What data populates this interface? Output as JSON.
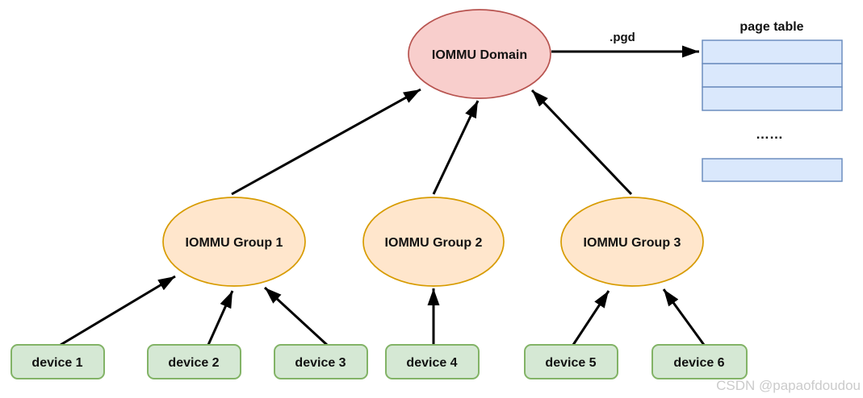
{
  "diagram": {
    "domain": {
      "label": "IOMMU Domain"
    },
    "groups": [
      {
        "label": "IOMMU Group 1"
      },
      {
        "label": "IOMMU Group 2"
      },
      {
        "label": "IOMMU Group 3"
      }
    ],
    "devices": [
      {
        "label": "device 1"
      },
      {
        "label": "device 2"
      },
      {
        "label": "device 3"
      },
      {
        "label": "device 4"
      },
      {
        "label": "device 5"
      },
      {
        "label": "device 6"
      }
    ],
    "page_table": {
      "title": "page table",
      "ellipsis": "……",
      "visible_rows": 3,
      "extra_rows": 1
    },
    "pgd_label": ".pgd",
    "watermark": "CSDN @papaofdoudou",
    "connections": [
      {
        "from": "IOMMU Group 1",
        "to": "IOMMU Domain"
      },
      {
        "from": "IOMMU Group 2",
        "to": "IOMMU Domain"
      },
      {
        "from": "IOMMU Group 3",
        "to": "IOMMU Domain"
      },
      {
        "from": "IOMMU Domain",
        "to": "page table",
        "label": ".pgd"
      },
      {
        "from": "device 1",
        "to": "IOMMU Group 1"
      },
      {
        "from": "device 2",
        "to": "IOMMU Group 1"
      },
      {
        "from": "device 3",
        "to": "IOMMU Group 1"
      },
      {
        "from": "device 4",
        "to": "IOMMU Group 2"
      },
      {
        "from": "device 5",
        "to": "IOMMU Group 3"
      },
      {
        "from": "device 6",
        "to": "IOMMU Group 3"
      }
    ]
  },
  "colors": {
    "background": "#ffffff",
    "domain_fill": "#f8cecc",
    "domain_stroke": "#b85450",
    "group_fill": "#ffe6cc",
    "group_stroke": "#d79b00",
    "device_fill": "#d5e8d4",
    "device_stroke": "#82b366",
    "table_fill": "#dae8fc",
    "table_stroke": "#6c8ebf",
    "arrow": "#000000",
    "text": "#111111",
    "watermark": "#cbcbcb"
  }
}
